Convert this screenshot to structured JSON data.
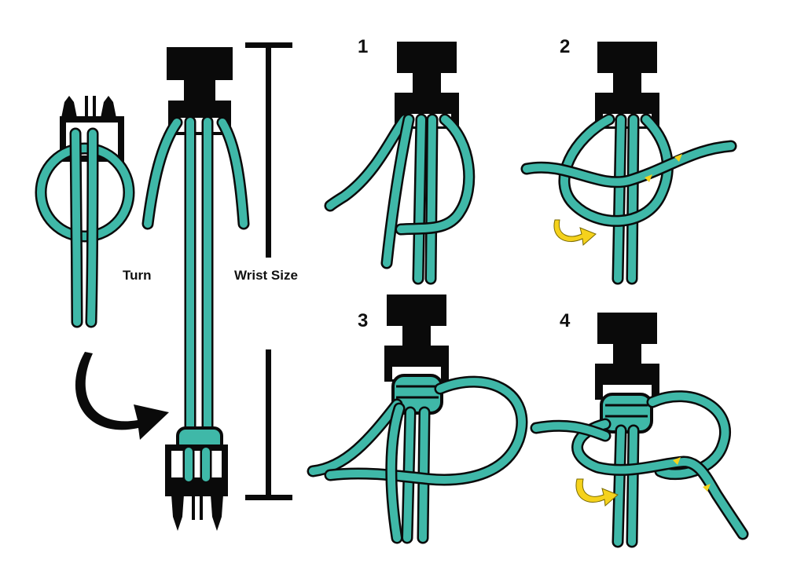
{
  "labels": {
    "turn": "Turn",
    "wrist_size": "Wrist Size"
  },
  "steps": [
    "1",
    "2",
    "3",
    "4"
  ],
  "colors": {
    "cord": "#3fb8a8",
    "outline": "#0a0a0a",
    "buckle": "#0a0a0a",
    "arrow_accent": "#f5d21c"
  }
}
